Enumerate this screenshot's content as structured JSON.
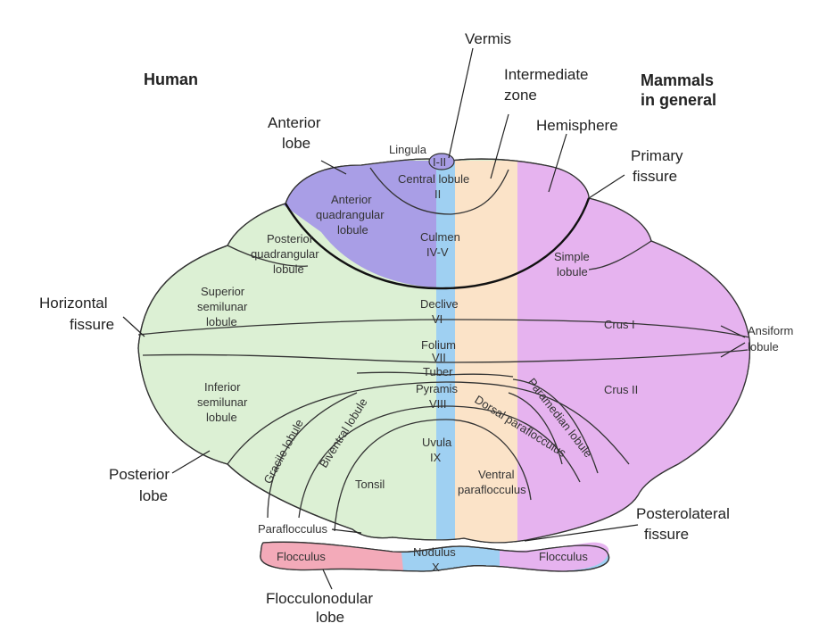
{
  "headers": {
    "left": "Human",
    "right_line1": "Mammals",
    "right_line2": "in general"
  },
  "labels": {
    "vermis": "Vermis",
    "intermediate_zone_1": "Intermediate",
    "intermediate_zone_2": "zone",
    "hemisphere": "Hemisphere",
    "anterior_lobe_1": "Anterior",
    "anterior_lobe_2": "lobe",
    "primary_fissure_1": "Primary",
    "primary_fissure_2": "fissure",
    "horizontal_fissure_1": "Horizontal",
    "horizontal_fissure_2": "fissure",
    "ansiform_lobule_1": "Ansiform",
    "ansiform_lobule_2": "lobule",
    "posterior_lobe_1": "Posterior",
    "posterior_lobe_2": "lobe",
    "posterolateral_fissure_1": "Posterolateral",
    "posterolateral_fissure_2": "fissure",
    "flocculonodular_lobe_1": "Flocculonodular",
    "flocculonodular_lobe_2": "lobe",
    "paraflocculus": "Paraflocculus",
    "lingula": "Lingula",
    "lingula_num": "I-II",
    "central_lobule_1": "Central lobule",
    "central_lobule_2": "II",
    "anterior_quad_1": "Anterior",
    "anterior_quad_2": "quadrangular",
    "anterior_quad_3": "lobule",
    "culmen_1": "Culmen",
    "culmen_2": "IV-V",
    "posterior_quad_1": "Posterior",
    "posterior_quad_2": "quadrangular",
    "posterior_quad_3": "lobule",
    "simple_lobule_1": "Simple",
    "simple_lobule_2": "lobule",
    "superior_semilunar_1": "Superior",
    "superior_semilunar_2": "semilunar",
    "superior_semilunar_3": "lobule",
    "declive_1": "Declive",
    "declive_2": "VI",
    "crus_i": "Crus I",
    "folium_1": "Folium",
    "folium_2": "VII",
    "tuber": "Tuber",
    "crus_ii": "Crus II",
    "inferior_semilunar_1": "Inferior",
    "inferior_semilunar_2": "semilunar",
    "inferior_semilunar_3": "lobule",
    "pyramis_1": "Pyramis",
    "pyramis_2": "VIII",
    "gracile_lobule": "Gracile lobule",
    "biventral_lobule": "Biventral lobule",
    "dorsal_paraflocculus": "Dorsal paraflocculus",
    "paramedian_lobule": "Paramedian lobule",
    "uvula_1": "Uvula",
    "uvula_2": "IX",
    "tonsil": "Tonsil",
    "ventral_paraflocculus_1": "Ventral",
    "ventral_paraflocculus_2": "paraflocculus",
    "flocculus_left": "Flocculus",
    "flocculus_right": "Flocculus",
    "nodulus_1": "Nodulus",
    "nodulus_2": "X"
  },
  "colors": {
    "anterior_lobe": "#a99ee6",
    "human_posterior": "#dcf0d4",
    "vermis": "#9fd0f2",
    "intermediate_zone": "#fbe3c8",
    "hemisphere": "#e6b3ef",
    "flocculus_left": "#f3aab9",
    "outline": "#333333"
  }
}
